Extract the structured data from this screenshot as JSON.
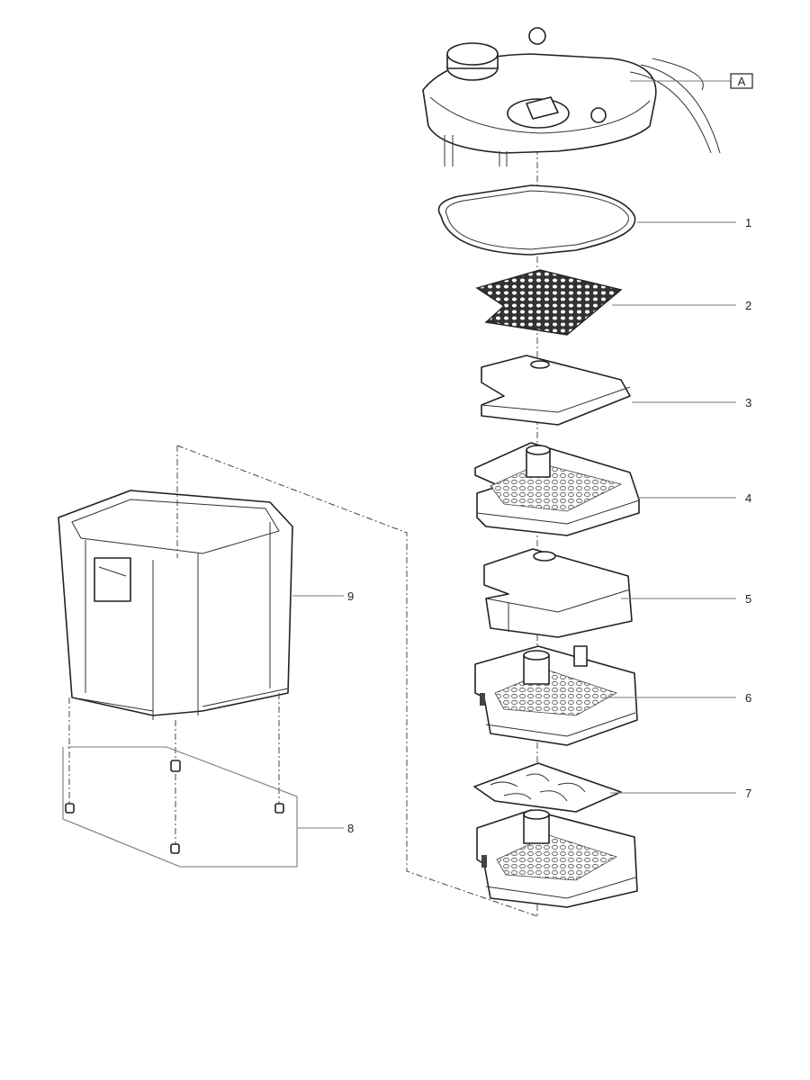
{
  "labels": {
    "a": "A",
    "p1": "1",
    "p2": "2",
    "p3": "3",
    "p4": "4",
    "p5": "5",
    "p6": "6",
    "p7": "7",
    "p8": "8",
    "p9": "9"
  }
}
